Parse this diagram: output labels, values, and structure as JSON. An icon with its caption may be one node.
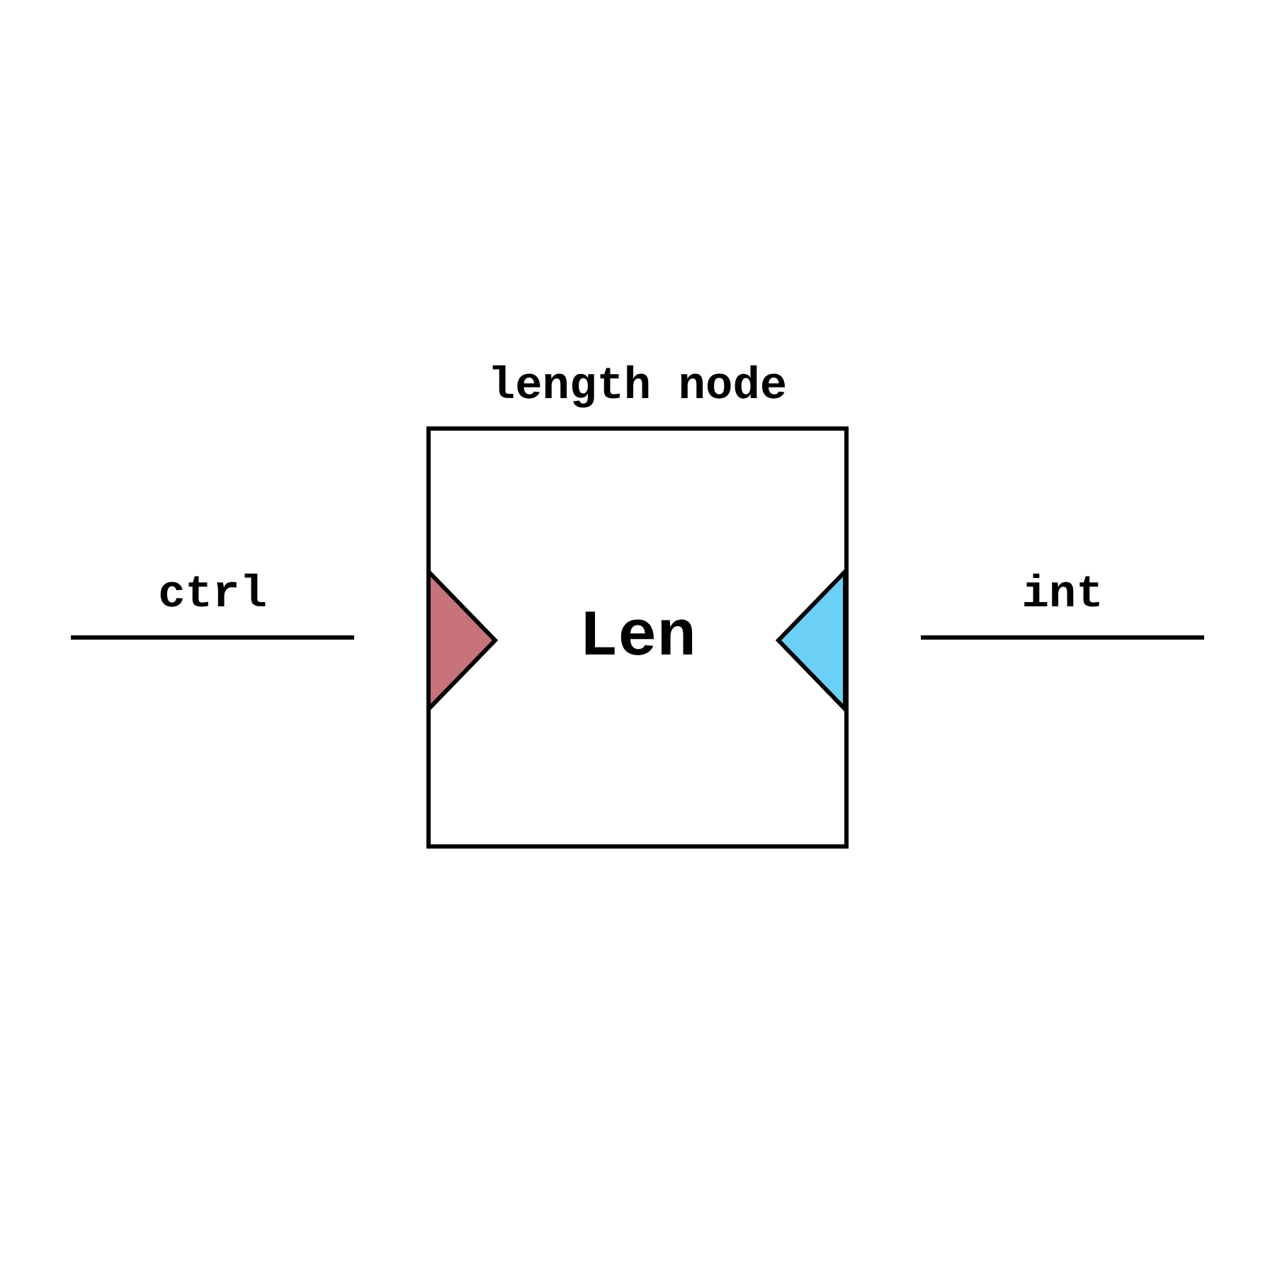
{
  "diagram": {
    "nodes": [
      {
        "text": [
          "length node",
          "Len"
        ]
      },
      {
        "text": [],
        "shape": "triangle",
        "in": 0
      },
      {
        "text": [],
        "shape": "triangle",
        "in": 0
      }
    ],
    "labels": [
      "ctrl",
      "int"
    ]
  }
}
